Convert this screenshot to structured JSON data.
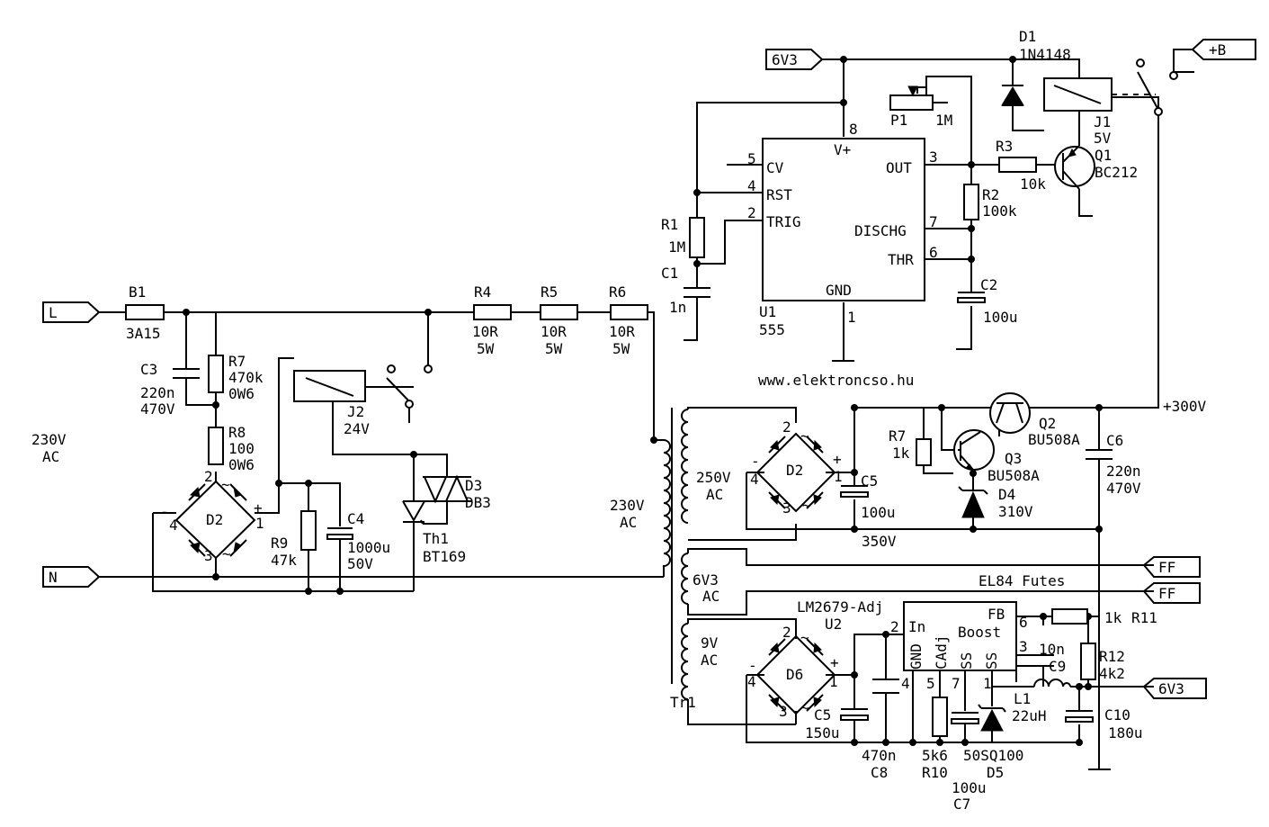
{
  "website": "www.elektroncso.hu",
  "mains": {
    "label": "230V",
    "sub": "AC"
  },
  "connectors": {
    "L": "L",
    "N": "N",
    "v6v3_top": "6V3",
    "b_plus": "+B",
    "ff1": "FF",
    "ff2": "FF",
    "v6v3_out": "6V3"
  },
  "nets": {
    "v300": "+300V",
    "v350": "350V",
    "heater": "EL84 Futes"
  },
  "components": {
    "B1": {
      "ref": "B1",
      "value": "3A15"
    },
    "C3": {
      "ref": "C3",
      "value": "220n",
      "value2": "470V"
    },
    "R7_in": {
      "ref": "R7",
      "value": "470k",
      "value2": "0W6"
    },
    "R8": {
      "ref": "R8",
      "value": "100",
      "value2": "0W6"
    },
    "D2_in": {
      "ref": "D2",
      "pin1": "1",
      "pin2": "2",
      "pin3": "3",
      "pin4": "4",
      "plus": "+",
      "minus": "-",
      "ac1": "~",
      "ac2": "~"
    },
    "R9": {
      "ref": "R9",
      "value": "47k"
    },
    "C4": {
      "ref": "C4",
      "value": "1000u",
      "value2": "50V"
    },
    "J2": {
      "ref": "J2",
      "value": "24V"
    },
    "D3": {
      "ref": "D3",
      "value": "DB3"
    },
    "Th1": {
      "ref": "Th1",
      "value": "BT169"
    },
    "R4": {
      "ref": "R4",
      "value": "10R",
      "value2": "5W"
    },
    "R5": {
      "ref": "R5",
      "value": "10R",
      "value2": "5W"
    },
    "R6": {
      "ref": "R6",
      "value": "10R",
      "value2": "5W"
    },
    "Tr1": {
      "ref": "Tr1",
      "primary": "230V",
      "primary2": "AC",
      "sec1": "250V",
      "sec1b": "AC",
      "sec2": "6V3",
      "sec2b": "AC",
      "sec3": "9V",
      "sec3b": "AC"
    },
    "U1": {
      "ref": "U1",
      "value": "555",
      "CV": "CV",
      "RST": "RST",
      "TRIG": "TRIG",
      "OUT": "OUT",
      "DISCHG": "DISCHG",
      "THR": "THR",
      "GND": "GND",
      "VP": "V+",
      "p1": "1",
      "p2": "2",
      "p3": "3",
      "p4": "4",
      "p5": "5",
      "p6": "6",
      "p7": "7",
      "p8": "8"
    },
    "R1": {
      "ref": "R1",
      "value": "1M"
    },
    "C1": {
      "ref": "C1",
      "value": "1n"
    },
    "P1": {
      "ref": "P1",
      "value": "1M"
    },
    "R2": {
      "ref": "R2",
      "value": "100k"
    },
    "C2": {
      "ref": "C2",
      "value": "100u"
    },
    "R3": {
      "ref": "R3",
      "value": "10k"
    },
    "Q1": {
      "ref": "Q1",
      "value": "BC212"
    },
    "D1": {
      "ref": "D1",
      "value": "1N4148"
    },
    "J1": {
      "ref": "J1",
      "value": "5V"
    },
    "D2_hv": {
      "ref": "D2",
      "pin1": "1",
      "pin2": "2",
      "pin3": "3",
      "pin4": "4",
      "plus": "+",
      "minus": "-",
      "ac1": "~",
      "ac2": "~"
    },
    "C5_hv": {
      "ref": "C5",
      "value": "100u"
    },
    "R7_hv": {
      "ref": "R7",
      "value": "1k"
    },
    "Q2": {
      "ref": "Q2",
      "value": "BU508A"
    },
    "Q3": {
      "ref": "Q3",
      "value": "BU508A"
    },
    "D4": {
      "ref": "D4",
      "value": "310V"
    },
    "C6": {
      "ref": "C6",
      "value": "220n",
      "value2": "470V"
    },
    "U2": {
      "ref": "U2",
      "value": "LM2679-Adj",
      "In": "In",
      "GND": "GND",
      "CAdj": "CAdj",
      "SS1": "SS",
      "SS2": "SS",
      "FB": "FB",
      "Boost": "Boost",
      "p1": "1",
      "p2": "2",
      "p3": "3",
      "p4": "4",
      "p5": "5",
      "p6": "6",
      "p7": "7"
    },
    "D6": {
      "ref": "D6",
      "pin1": "1",
      "pin2": "2",
      "pin3": "3",
      "pin4": "4",
      "plus": "+",
      "minus": "-",
      "ac1": "~",
      "ac2": "~"
    },
    "C5_lv": {
      "ref": "C5",
      "value": "150u"
    },
    "C8": {
      "ref": "C8",
      "value": "470n"
    },
    "R10": {
      "ref": "R10",
      "value": "5k6"
    },
    "C7": {
      "ref": "C7",
      "value": "100u"
    },
    "D5": {
      "ref": "D5",
      "value": "50SQ100"
    },
    "C9": {
      "ref": "C9",
      "value": "10n"
    },
    "L1": {
      "ref": "L1",
      "value": "22uH"
    },
    "R11": {
      "ref": "R11",
      "value": "1k"
    },
    "R12": {
      "ref": "R12",
      "value": "4k2"
    },
    "C10": {
      "ref": "C10",
      "value": "180u"
    }
  }
}
